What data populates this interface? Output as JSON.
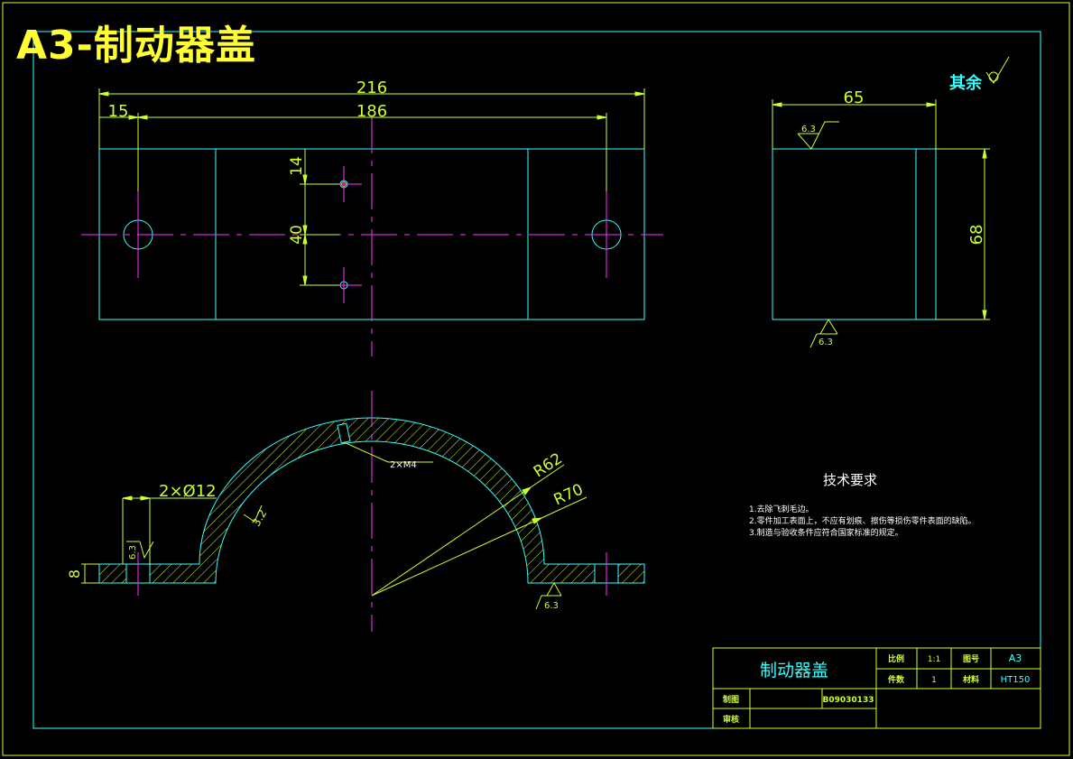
{
  "title": "A3-制动器盖",
  "dimensions": {
    "overall_length": "216",
    "edge_offset": "15",
    "hole_span": "186",
    "width": "65",
    "height": "68",
    "hole_offset": "14",
    "hole_spacing": "40",
    "flange_thickness": "8",
    "bolt_holes": "2×Ø12",
    "thread_holes": "2×M4",
    "inner_radius": "R62",
    "outer_radius": "R70",
    "thickness_32": "3.2"
  },
  "roughness": {
    "top_face": "6.3",
    "bottom_face": "6.3",
    "flange_left": "6.3",
    "flange_right": "6.3",
    "other_label": "其余"
  },
  "technical_requirements": {
    "heading": "技术要求",
    "notes": [
      "1.去除飞刺毛边。",
      "2.零件加工表面上，不应有划痕、擦伤等损伤零件表面的缺陷。",
      "3.制造与验收条件应符合国家标准的规定。"
    ]
  },
  "title_block": {
    "part_name": "制动器盖",
    "scale_label": "比例",
    "scale_value": "1:1",
    "drawing_no_label": "图号",
    "drawing_no_value": "A3",
    "quantity_label": "件数",
    "quantity_value": "1",
    "material_label": "材料",
    "material_value": "HT150",
    "drawn_label": "制图",
    "drawn_value": "B09030133",
    "check_label": "审核"
  },
  "colors": {
    "outline": "#33ffff",
    "centerline": "#ff33ff",
    "dimension": "#ccff33",
    "frame": "#ccff33",
    "title": "#ffff33"
  }
}
